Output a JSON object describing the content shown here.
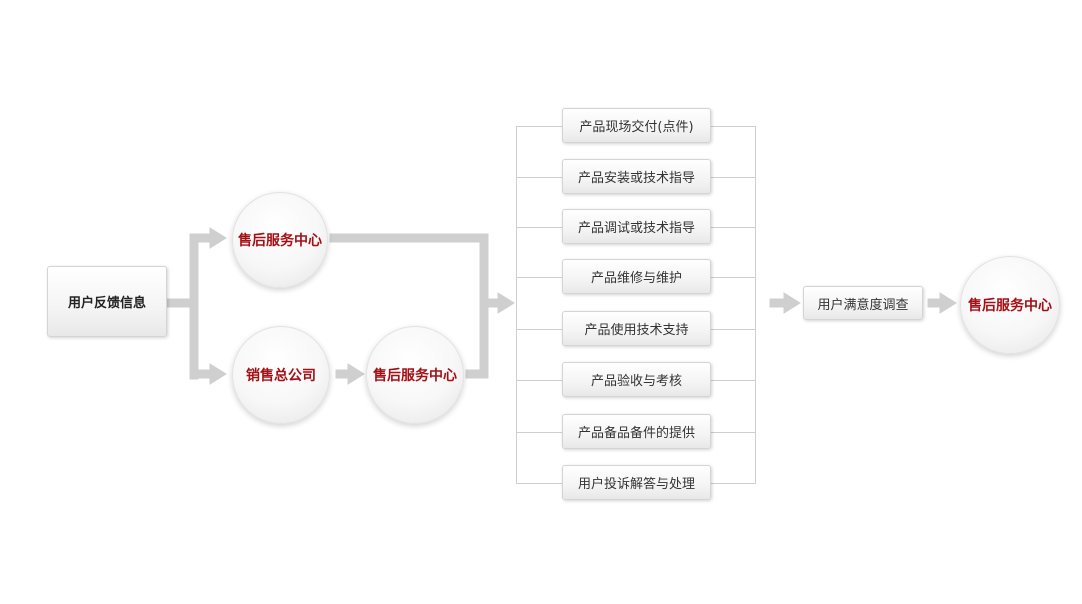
{
  "colors": {
    "accent": "#a50f14",
    "connector": "#cfcfcf",
    "box_text": "#333333"
  },
  "nodes": {
    "user_feedback": "用户反馈信息",
    "service_center_top": "售后服务中心",
    "sales_head_office": "销售总公司",
    "service_center_bottom": "售后服务中心",
    "satisfaction_survey": "用户满意度调查",
    "service_center_final": "售后服务中心"
  },
  "services": [
    "产品现场交付(点件)",
    "产品安装或技术指导",
    "产品调试或技术指导",
    "产品维修与维护",
    "产品使用技术支持",
    "产品验收与考核",
    "产品备品备件的提供",
    "用户投诉解答与处理"
  ]
}
